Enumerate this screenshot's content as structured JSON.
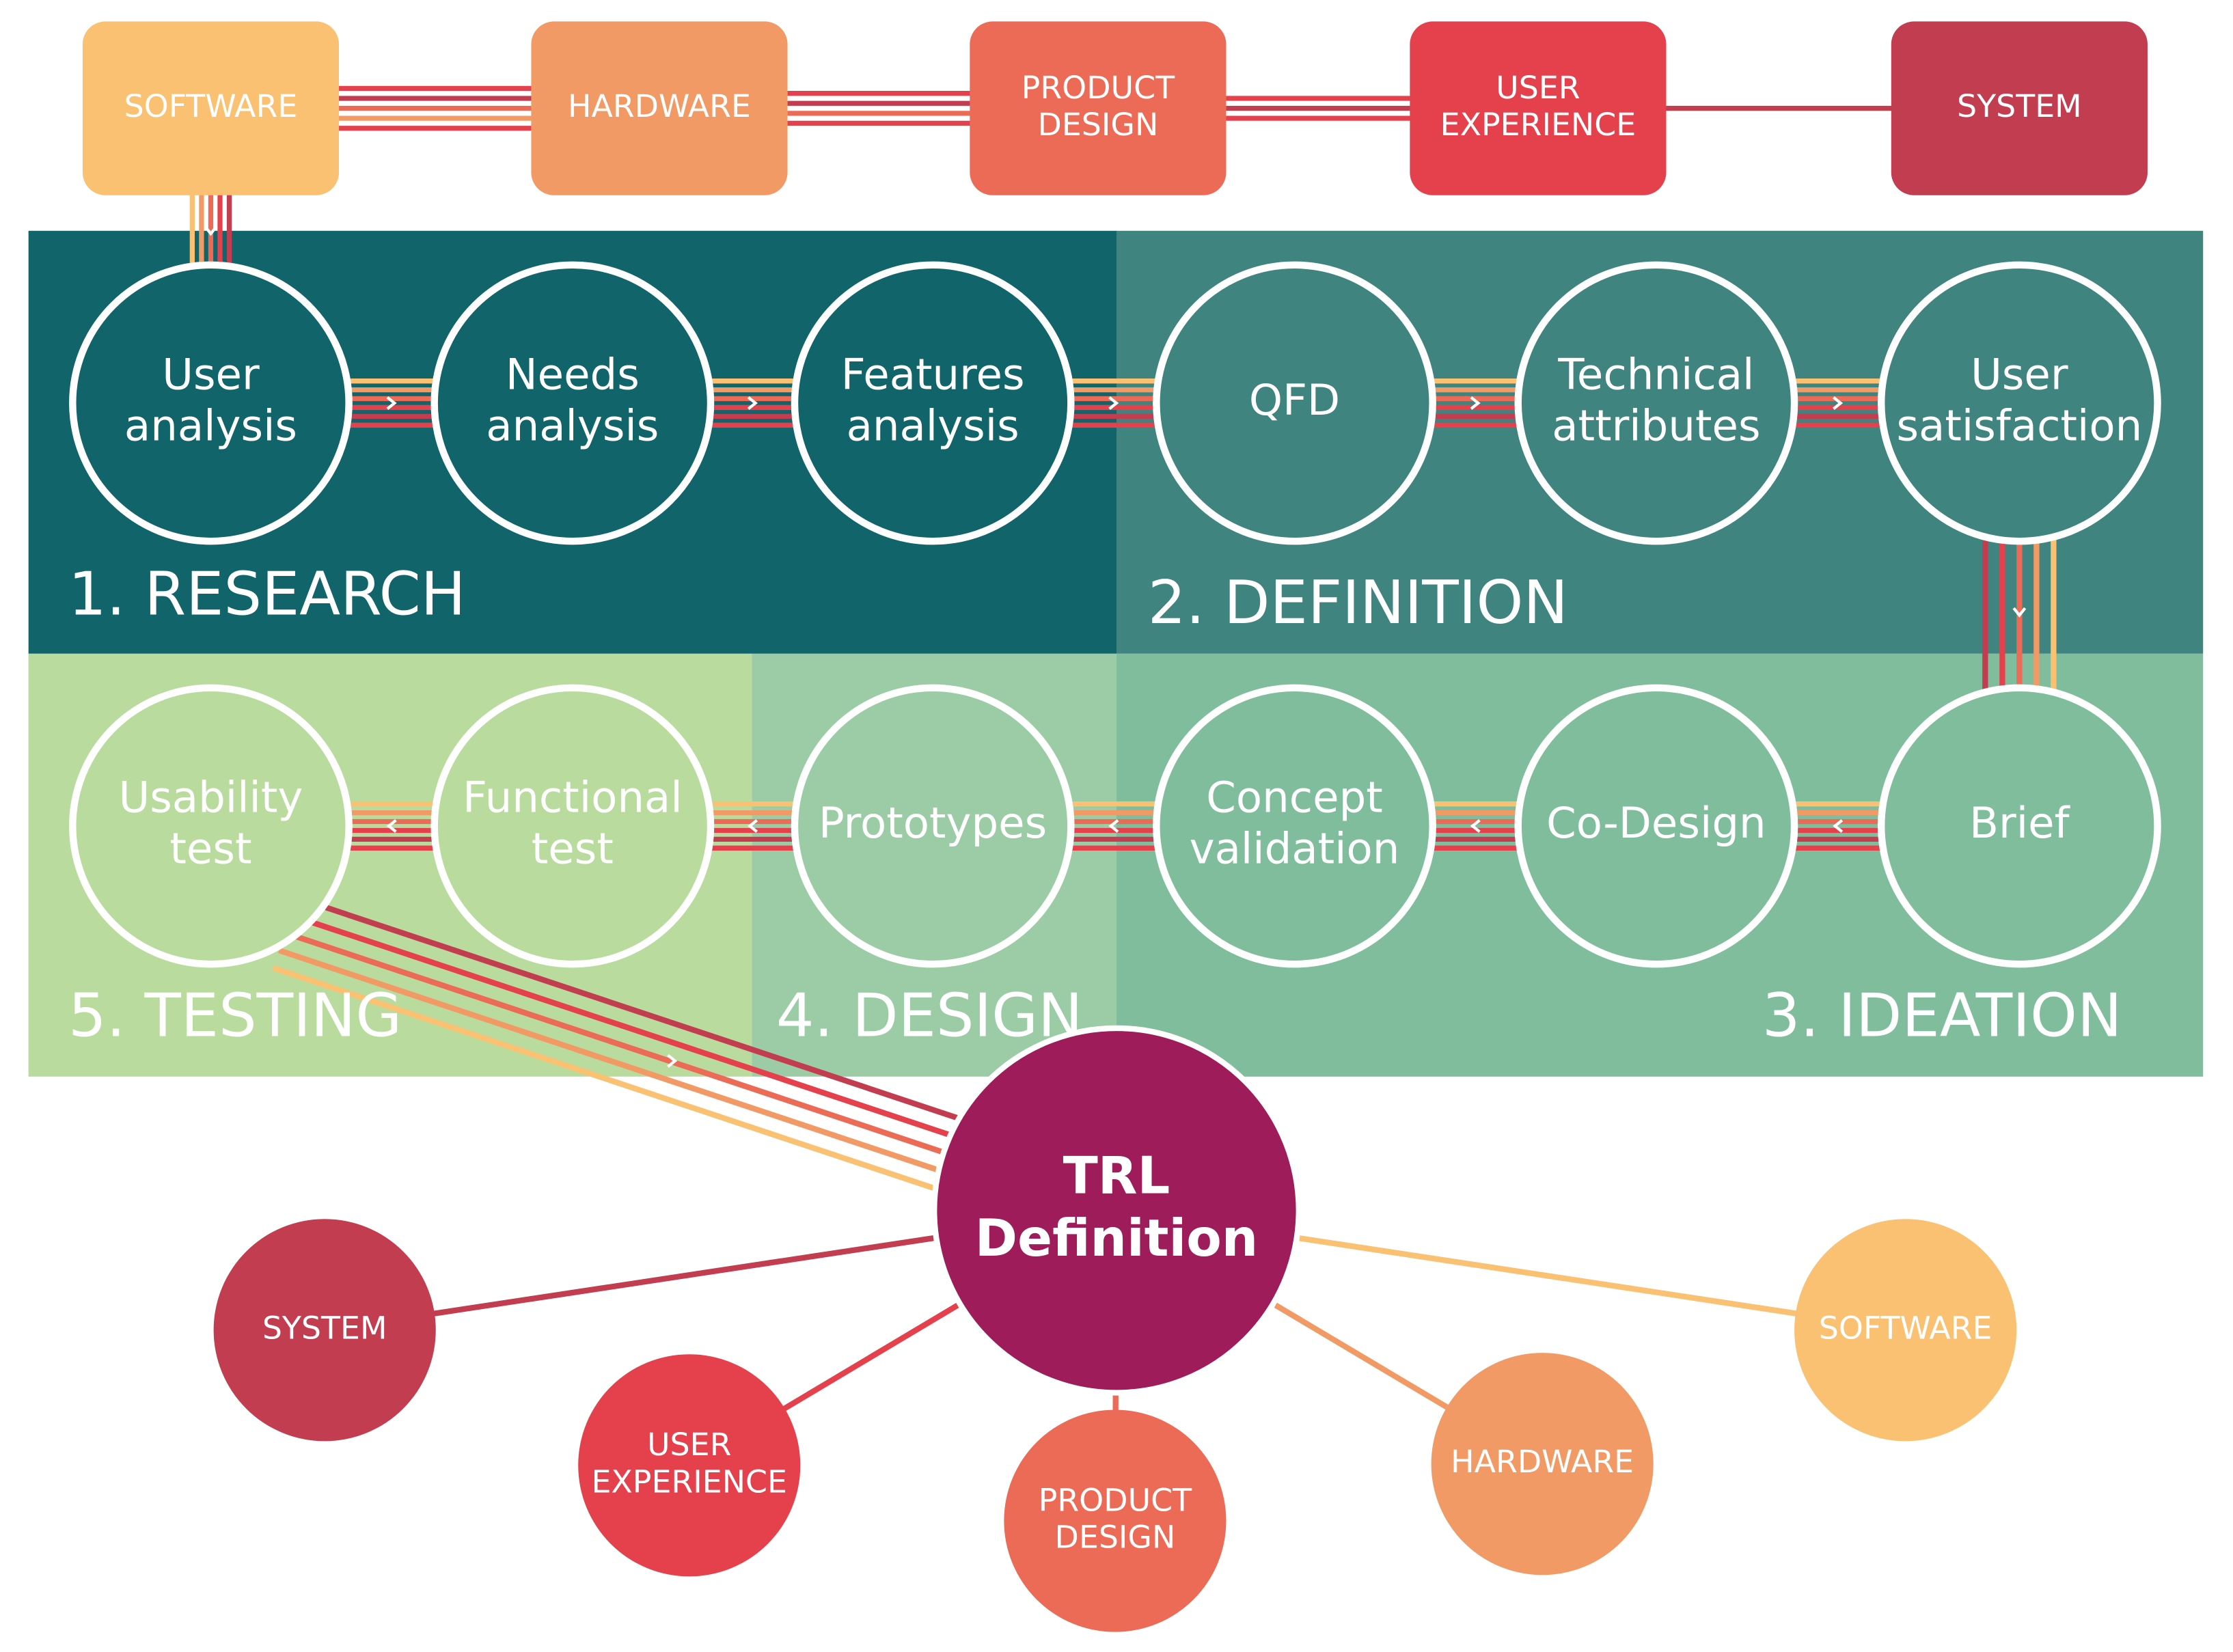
{
  "colors": {
    "software": "#FAC173",
    "hardware": "#F29A65",
    "product_design": "#EC6B56",
    "user_experience": "#E5414D",
    "system": "#C23D4F",
    "research_bg": "#10646A",
    "definition_bg": "#3F847E",
    "ideation_bg": "#7FBD9C",
    "design_bg": "#9CCCA5",
    "testing_bg": "#BADB9E",
    "trl": "#9E1C5A",
    "white": "#FFFFFF"
  },
  "top_domains": [
    {
      "key": "software",
      "line1": "SOFTWARE",
      "line2": ""
    },
    {
      "key": "hardware",
      "line1": "HARDWARE",
      "line2": ""
    },
    {
      "key": "product_design",
      "line1": "PRODUCT",
      "line2": "DESIGN"
    },
    {
      "key": "user_experience",
      "line1": "USER",
      "line2": "EXPERIENCE"
    },
    {
      "key": "system",
      "line1": "SYSTEM",
      "line2": ""
    }
  ],
  "phases": {
    "research": "1. RESEARCH",
    "definition": "2. DEFINITION",
    "ideation": "3. IDEATION",
    "design": "4. DESIGN",
    "testing": "5. TESTING"
  },
  "steps_row1": [
    {
      "line1": "User",
      "line2": "analysis"
    },
    {
      "line1": "Needs",
      "line2": "analysis"
    },
    {
      "line1": "Features",
      "line2": "analysis"
    },
    {
      "line1": "QFD",
      "line2": ""
    },
    {
      "line1": "Technical",
      "line2": "attributes"
    },
    {
      "line1": "User",
      "line2": "satisfaction"
    }
  ],
  "steps_row2": [
    {
      "line1": "Usability",
      "line2": "test"
    },
    {
      "line1": "Functional",
      "line2": "test"
    },
    {
      "line1": "Prototypes",
      "line2": ""
    },
    {
      "line1": "Concept",
      "line2": "validation"
    },
    {
      "line1": "Co-Design",
      "line2": ""
    },
    {
      "line1": "Brief",
      "line2": ""
    }
  ],
  "trl": {
    "line1": "TRL",
    "line2": "Definition"
  },
  "bottom_domains": [
    {
      "key": "system",
      "line1": "SYSTEM",
      "line2": ""
    },
    {
      "key": "user_experience",
      "line1": "USER",
      "line2": "EXPERIENCE"
    },
    {
      "key": "product_design",
      "line1": "PRODUCT",
      "line2": "DESIGN"
    },
    {
      "key": "hardware",
      "line1": "HARDWARE",
      "line2": ""
    },
    {
      "key": "software",
      "line1": "SOFTWARE",
      "line2": ""
    }
  ]
}
